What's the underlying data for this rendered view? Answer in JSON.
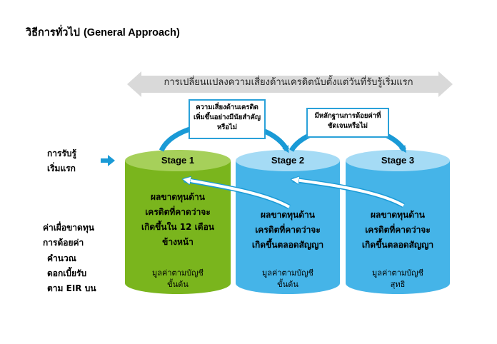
{
  "title": {
    "thai": "วิธีการทั่วไป",
    "english": "(General Approach)"
  },
  "banner": {
    "text": "การเปลี่ยนแปลงความเสี่ยงด้านเครดิตนับตั้งแต่วันที่รับรู้เริ่มแรก"
  },
  "callouts": [
    {
      "text": "ความเสี่ยงด้านเครดิตเพิ่มขึ้นอย่างมีนัยสำคัญหรือไม่"
    },
    {
      "text": "มีหลักฐานการด้อยค่าที่ชัดเจนหรือไม่"
    }
  ],
  "side_labels": {
    "initial_recognition": "การรับรู้\nเริ่มแรก",
    "allowance": "ค่าเผื่อขาดทุน\nการด้อยค่า",
    "interest_calc": "คำนวณ\nดอกเบี้ยรับ\nตาม EIR บน"
  },
  "stages": [
    {
      "label": "Stage 1",
      "loss": "ผลขาดทุนด้าน\nเครดิตที่คาดว่าจะ\nเกิดขึ้นใน 12 เดือน\nข้างหน้า",
      "basis": "มูลค่าตามบัญชี\nขั้นต้น"
    },
    {
      "label": "Stage 2",
      "loss": "ผลขาดทุนด้าน\nเครดิตที่คาดว่าจะ\nเกิดขึ้นตลอดสัญญา",
      "basis": "มูลค่าตามบัญชี\nขั้นต้น"
    },
    {
      "label": "Stage 3",
      "loss": "ผลขาดทุนด้าน\nเครดิตที่คาดว่าจะ\nเกิดขึ้นตลอดสัญญา",
      "basis": "มูลค่าตามบัญชี\nสุทธิ"
    }
  ],
  "colors": {
    "stage1_body": "#7ab51d",
    "stage1_top": "#a6d05a",
    "stage23_body": "#45b4e8",
    "stage23_top": "#a5dbf5",
    "arrow_blue": "#1a9ad6",
    "banner_gray": "#d9d9d9"
  }
}
